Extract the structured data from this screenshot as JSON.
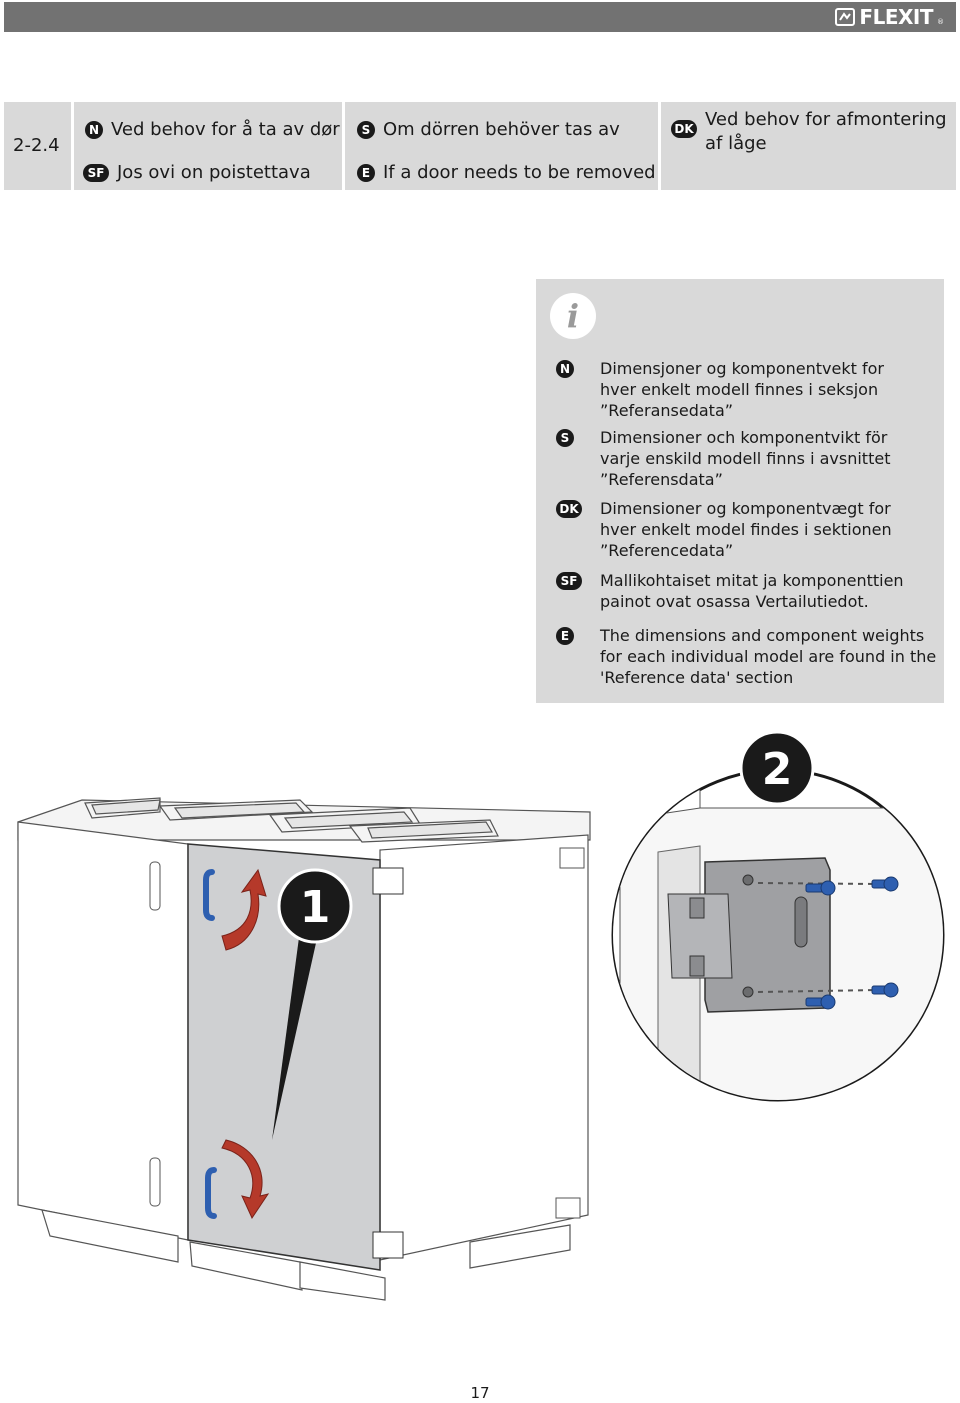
{
  "brand": {
    "name": "FLEXIT",
    "mark": "®"
  },
  "header": {
    "section": "2-2.4",
    "langs": [
      {
        "code": "N",
        "text": "Ved behov for å ta av dør"
      },
      {
        "code": "SF",
        "text": "Jos ovi on poistettava"
      },
      {
        "code": "S",
        "text": "Om dörren behöver tas av"
      },
      {
        "code": "E",
        "text": "If a door needs to be removed"
      },
      {
        "code": "DK",
        "text_line1": "Ved behov for afmontering",
        "text_line2": "af låge"
      }
    ]
  },
  "info_box": {
    "icon": "info-icon",
    "icon_glyph": "i",
    "notes": [
      {
        "code": "N",
        "lines": [
          "Dimensjoner og komponentvekt for",
          "hver enkelt modell finnes i seksjon",
          "”Referansedata”"
        ]
      },
      {
        "code": "S",
        "lines": [
          "Dimensioner och komponentvikt för",
          "varje enskild modell finns i avsnittet",
          "”Referensdata”"
        ]
      },
      {
        "code": "DK",
        "lines": [
          "Dimensioner og komponentvægt for",
          "hver enkelt model findes i sektionen",
          "”Referencedata”"
        ]
      },
      {
        "code": "SF",
        "lines": [
          "Mallikohtaiset mitat ja komponenttien",
          "painot ovat osassa Vertailutiedot."
        ]
      },
      {
        "code": "E",
        "lines": [
          "The dimensions and component weights",
          "for each individual model are found in the",
          "'Reference data' section"
        ]
      }
    ]
  },
  "illustration": {
    "step1": "1",
    "step2": "2"
  },
  "footer": {
    "page_number": "17"
  },
  "colors": {
    "topbar": "#727272",
    "panel": "#d9d9d9",
    "badge": "#1a1a1a",
    "arrow_red": "#b5392a",
    "handle_blue": "#2e5fb0"
  }
}
